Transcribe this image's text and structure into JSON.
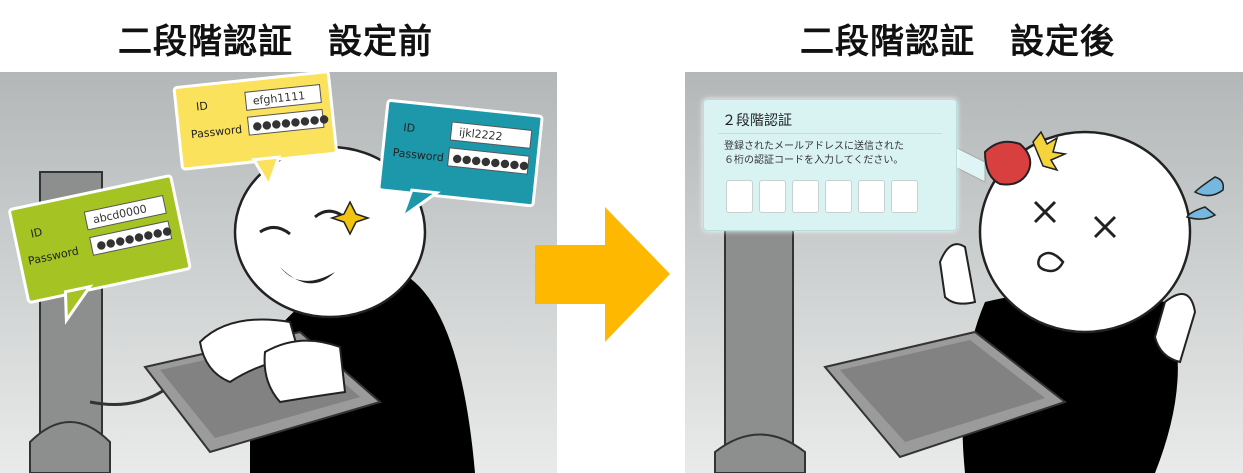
{
  "titles": {
    "before": "二段階認証　設定前",
    "after": "二段階認証　設定後"
  },
  "credentials": [
    {
      "id_label": "ID",
      "id_value": "abcd0000",
      "password_label": "Password",
      "password_mask": "●●●●●●●●",
      "color": "#a5c424"
    },
    {
      "id_label": "ID",
      "id_value": "efgh1111",
      "password_label": "Password",
      "password_mask": "●●●●●●●●",
      "color": "#fbe25c"
    },
    {
      "id_label": "ID",
      "id_value": "ijkl2222",
      "password_label": "Password",
      "password_mask": "●●●●●●●●",
      "color": "#1d98ab"
    }
  ],
  "two_factor": {
    "title": "２段階認証",
    "message_line1": "登録されたメールアドレスに送信された",
    "message_line2": "６桁の認証コードを入力してください。",
    "code_digits": 6
  },
  "colors": {
    "arrow": "#ffb800",
    "shirt": "#000000",
    "keyboard": "#9b9b9b"
  }
}
